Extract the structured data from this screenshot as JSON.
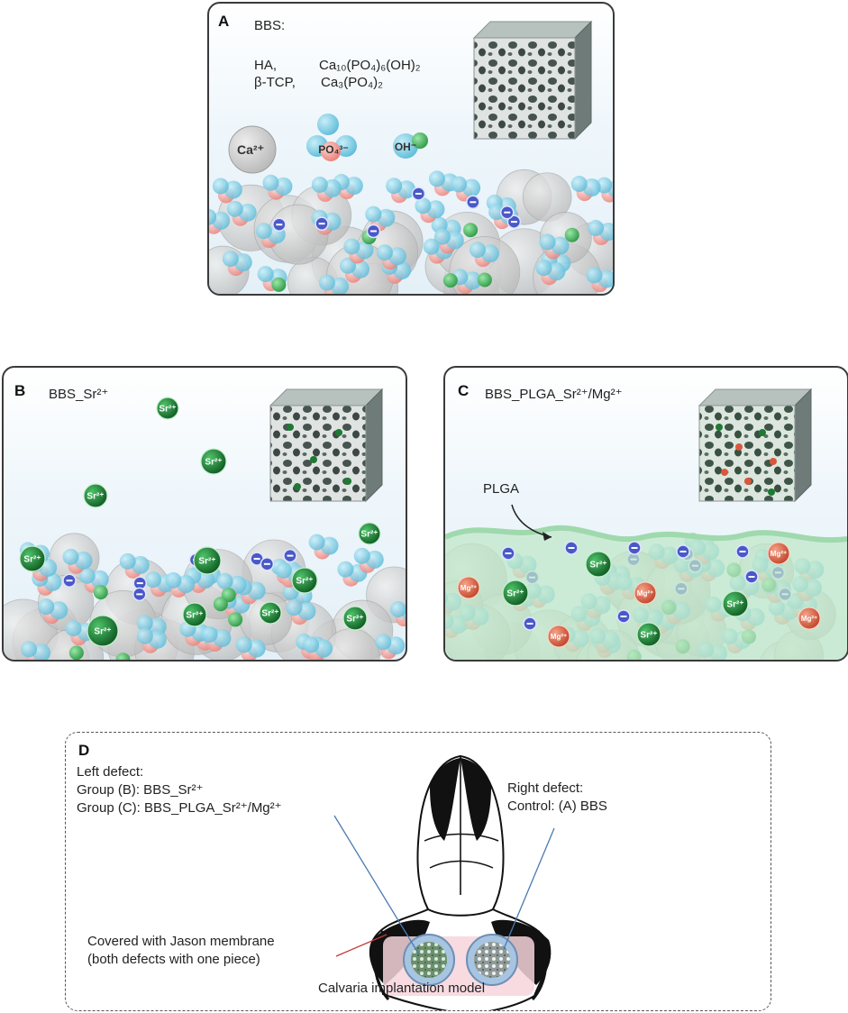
{
  "panel_a": {
    "letter": "A",
    "title": "BBS:",
    "ha_label": "HA,",
    "ha_formula": "Ca₁₀(PO₄)₆(OH)₂",
    "tcp_label": "β-TCP,",
    "tcp_formula": "Ca₃(PO₄)₂",
    "ion_ca": "Ca²⁺",
    "ion_po4": "PO₄³⁻",
    "ion_oh": "OH⁻"
  },
  "panel_b": {
    "letter": "B",
    "title": "BBS_Sr²⁺",
    "ion_sr": "Sr²⁺"
  },
  "panel_c": {
    "letter": "C",
    "title": "BBS_PLGA_Sr²⁺/Mg²⁺",
    "plga_label": "PLGA",
    "ion_sr": "Sr²⁺",
    "ion_mg": "Mg²⁺"
  },
  "panel_d": {
    "letter": "D",
    "left_heading": "Left defect:",
    "left_group_b": "Group (B): BBS_Sr²⁺",
    "left_group_c": "Group (C): BBS_PLGA_Sr²⁺/Mg²⁺",
    "right_heading": "Right defect:",
    "right_control": "Control: (A) BBS",
    "membrane_line1": "Covered with Jason membrane",
    "membrane_line2": "(both defects with one piece)",
    "caption": "Calvaria implantation model"
  },
  "colors": {
    "grey_sphere": "#c9c9c9",
    "blue_sphere": "#8fd3ea",
    "pink_sphere": "#f2a59f",
    "green_ion": "#1e7a33",
    "mg_ion": "#d9583b",
    "plga": "#b9e4c2",
    "minus_badge": "#4a58c8"
  }
}
